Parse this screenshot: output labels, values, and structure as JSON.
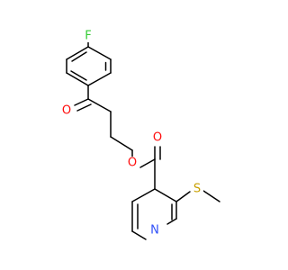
{
  "molecule": {
    "atoms": {
      "fluorine": {
        "symbol": "F",
        "color": "#33CC33"
      },
      "ketone_oxygen": {
        "symbol": "O",
        "color": "#FF0D0D"
      },
      "ester_ether_oxygen": {
        "symbol": "O",
        "color": "#FF0D0D"
      },
      "ester_carbonyl_oxygen": {
        "symbol": "O",
        "color": "#FF0D0D"
      },
      "sulfur": {
        "symbol": "S",
        "color": "#C8A000"
      },
      "pyridine_nitrogen": {
        "symbol": "N",
        "color": "#3050F8"
      }
    }
  }
}
